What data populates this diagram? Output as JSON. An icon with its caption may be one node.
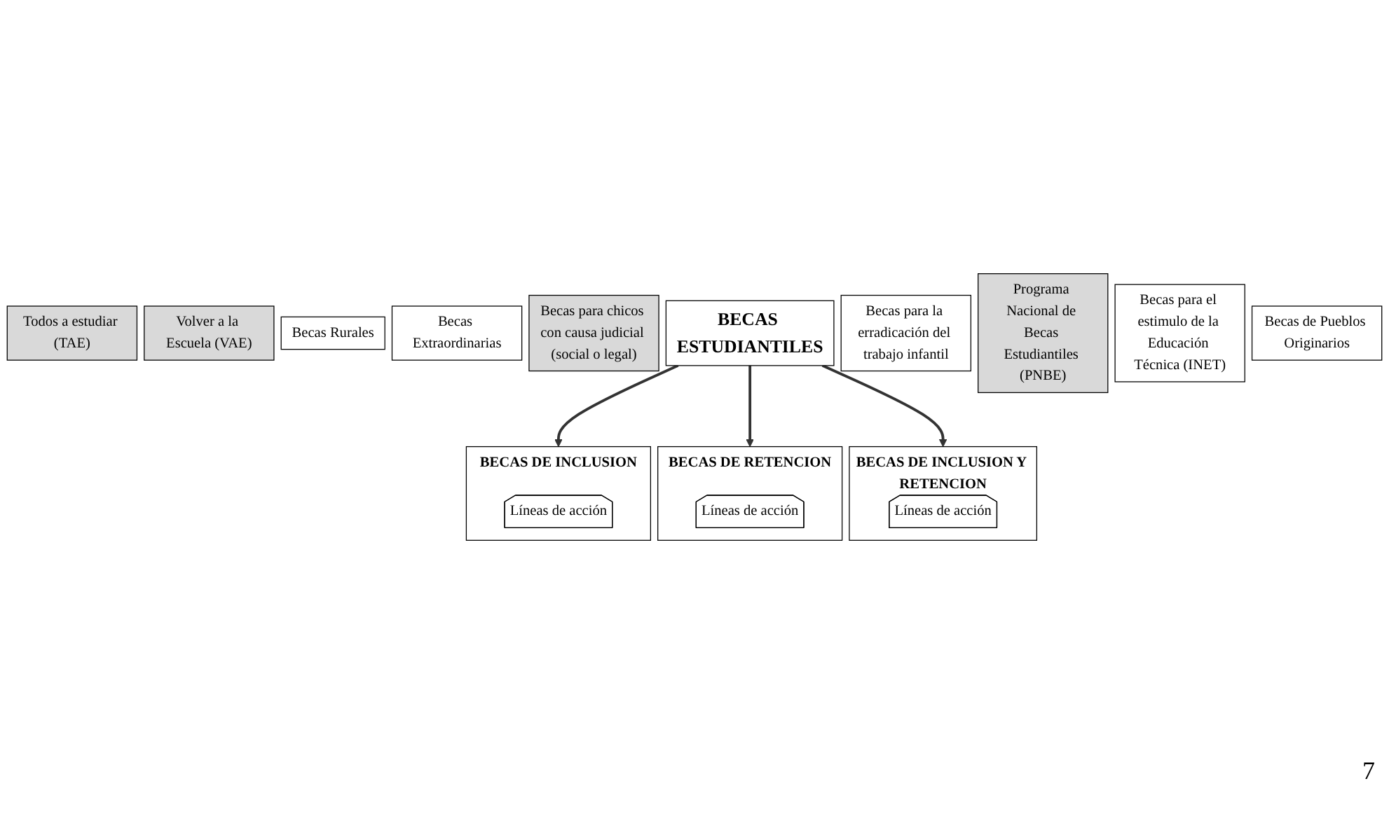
{
  "diagram": {
    "nodes": [
      {
        "text": [
          "BECAS ESTUDIANTILES"
        ]
      },
      {
        "text": [
          "BECAS DE INCLUSION"
        ]
      },
      {
        "text": [
          "Líneas de acción"
        ],
        "in": 1
      },
      {
        "text": [
          "Todos a estudiar (TAE)"
        ]
      },
      {
        "text": [
          "Volver a la Escuela (VAE)"
        ]
      },
      {
        "text": [
          "Becas Rurales"
        ]
      },
      {
        "text": [
          "Becas Extraordinarias"
        ]
      },
      {
        "text": [
          "Becas para chicos con causa judicial (social o legal)"
        ]
      },
      {
        "text": [
          "Becas para la erradicación del trabajo infantil"
        ]
      },
      {
        "text": [
          "BECAS DE RETENCION"
        ]
      },
      {
        "text": [
          "Líneas de acción"
        ],
        "in": 9
      },
      {
        "text": [
          "Programa Nacional de Becas Estudiantiles (PNBE)"
        ]
      },
      {
        "text": [
          "Becas para el estimulo de la Educación Técnica (INET)"
        ]
      },
      {
        "text": [
          "Becas de Pueblos Originarios"
        ]
      },
      {
        "text": [
          "BECAS DE INCLUSION Y RETENCION"
        ]
      },
      {
        "text": [
          "Líneas de acción"
        ],
        "in": 14
      }
    ],
    "edges": [
      {
        "from": 0,
        "to": 1,
        "arrow": "to"
      },
      {
        "from": 0,
        "to": 9,
        "arrow": "to"
      },
      {
        "from": 0,
        "to": 14,
        "arrow": "to"
      }
    ],
    "labels": [
      "7"
    ]
  }
}
